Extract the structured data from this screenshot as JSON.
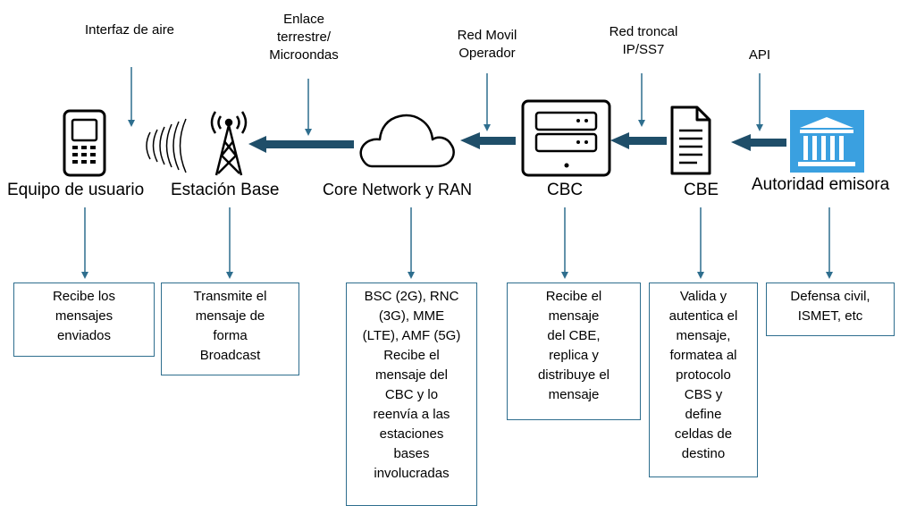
{
  "top_labels": {
    "air_interface": "Interfaz de aire",
    "terrestrial_link": "Enlace\nterrestre/\nMicroondas",
    "mobile_network": "Red Movil\nOperador",
    "backbone": "Red troncal\nIP/SS7",
    "api": "API"
  },
  "nodes": {
    "user_equipment": "Equipo de usuario",
    "base_station": "Estación Base",
    "core_network": "Core Network  y RAN",
    "cbc": "CBC",
    "cbe": "CBE",
    "authority": "Autoridad emisora"
  },
  "boxes": {
    "user_equipment": "Recibe los\nmensajes\nenviados",
    "base_station": "Transmite el\nmensaje de\nforma\nBroadcast",
    "core_network": "BSC (2G), RNC\n(3G), MME\n(LTE), AMF (5G)\nRecibe el\nmensaje del\nCBC y lo\nreenvía a las\nestaciones\nbases\ninvolucradas",
    "cbc": "Recibe el\nmensaje\ndel CBE,\nreplica y\ndistribuye el\nmensaje",
    "cbe": "Valida y\nautentica el\nmensaje,\nformatea al\nprotocolo\nCBS y\ndefine\nceldas de\ndestino",
    "authority": "Defensa civil,\nISMET, etc"
  },
  "colors": {
    "arrow": "#1f4e69",
    "thin_arrow": "#2e6e8e",
    "icon": "#000000",
    "authority_bg": "#3aa0e0"
  },
  "icons": [
    "phone-icon",
    "radio-waves-icon",
    "tower-icon",
    "cloud-icon",
    "server-icon",
    "document-icon",
    "government-building-icon"
  ]
}
